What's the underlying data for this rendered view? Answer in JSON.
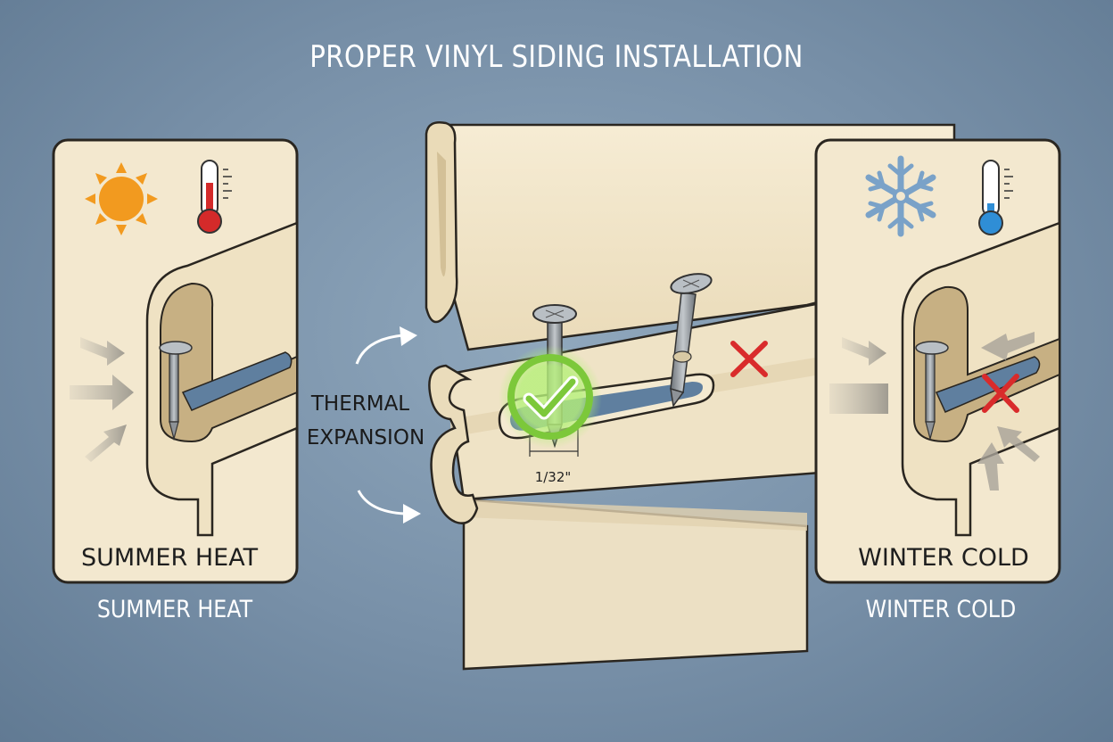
{
  "title": "PROPER VINYL SIDING INSTALLATION",
  "left_panel": {
    "label": "SUMMER HEAT",
    "caption": "SUMMER HEAT",
    "icons": [
      "sun-icon",
      "thermometer-hot-icon"
    ],
    "colors": {
      "sun": "#f29a1f",
      "thermometer": "#d42a2a"
    }
  },
  "center": {
    "annotation_line1": "THERMAL",
    "annotation_line2": "EXPANSION",
    "gap_label": "1/32\"",
    "correct_marker": "check-icon",
    "incorrect_marker": "x-icon",
    "colors": {
      "correct": "#7cc83a",
      "incorrect": "#d92b2b"
    }
  },
  "right_panel": {
    "label": "WINTER COLD",
    "caption": "WINTER COLD",
    "icons": [
      "snowflake-icon",
      "thermometer-cold-icon"
    ],
    "colors": {
      "snowflake": "#7aa2c8",
      "thermometer": "#2f8ed6"
    }
  },
  "colors": {
    "background": "#7890a8",
    "vinyl": "#f1e6cc",
    "panel_bg": "#f3e8cf",
    "outline": "#2a2620"
  }
}
